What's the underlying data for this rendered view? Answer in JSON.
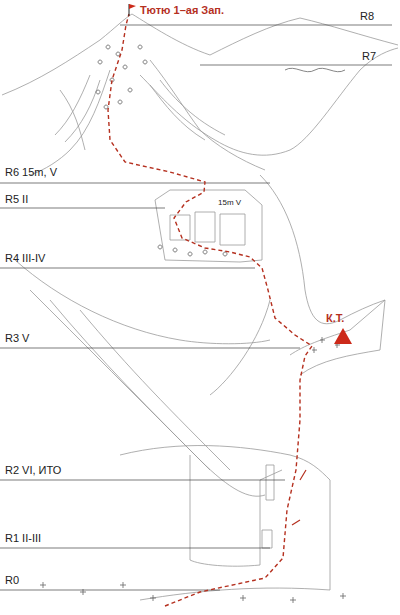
{
  "diagram": {
    "labels": [
      "Тютю 1–ая Зап.",
      "R8",
      "R7",
      "R6 15m, V",
      "R5 II",
      "R4 III-IV",
      "R3 V",
      "R2 VI, ИТО",
      "R1 II-III",
      "R0",
      "К.Т.",
      "15m V"
    ]
  }
}
